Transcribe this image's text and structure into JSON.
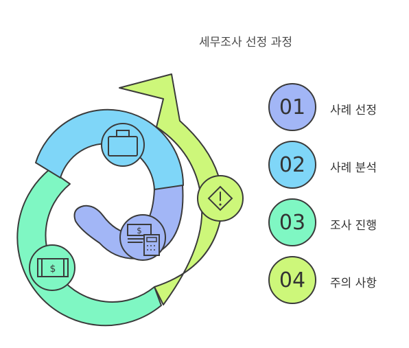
{
  "title": "세무조사 선정 과정",
  "steps": [
    {
      "number": "01",
      "label": "사례 선정",
      "color": "#a2b6f6",
      "icon": "dollar-calculator-icon"
    },
    {
      "number": "02",
      "label": "사례 분석",
      "color": "#7fd6f8",
      "icon": "briefcase-icon"
    },
    {
      "number": "03",
      "label": "조사 진행",
      "color": "#7ff7c3",
      "icon": "cash-stack-icon"
    },
    {
      "number": "04",
      "label": "주의 사항",
      "color": "#cdf77a",
      "icon": "warning-diamond-icon"
    }
  ]
}
